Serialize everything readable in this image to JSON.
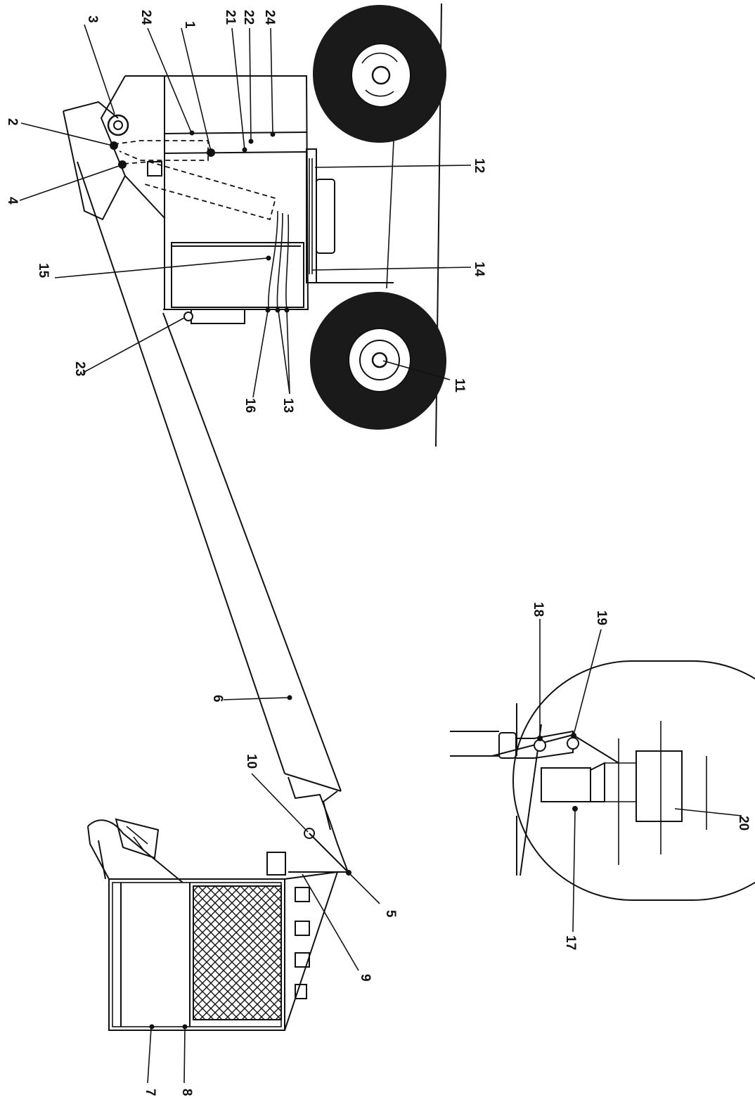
{
  "figure": {
    "orientation": "rotated-90-ccw",
    "ink_color": "#111111",
    "background": "#ffffff"
  },
  "callouts": [
    {
      "id": "c1",
      "text": "1"
    },
    {
      "id": "c2",
      "text": "2"
    },
    {
      "id": "c3",
      "text": "3"
    },
    {
      "id": "c4",
      "text": "4"
    },
    {
      "id": "c5",
      "text": "5"
    },
    {
      "id": "c6",
      "text": "6"
    },
    {
      "id": "c7",
      "text": "7"
    },
    {
      "id": "c8",
      "text": "8"
    },
    {
      "id": "c9",
      "text": "9"
    },
    {
      "id": "c10",
      "text": "10"
    },
    {
      "id": "c11",
      "text": "11"
    },
    {
      "id": "c12",
      "text": "12"
    },
    {
      "id": "c13",
      "text": "13"
    },
    {
      "id": "c14",
      "text": "14"
    },
    {
      "id": "c15",
      "text": "15"
    },
    {
      "id": "c16",
      "text": "16"
    },
    {
      "id": "c17",
      "text": "17"
    },
    {
      "id": "c18",
      "text": "18"
    },
    {
      "id": "c19",
      "text": "19"
    },
    {
      "id": "c20",
      "text": "20"
    },
    {
      "id": "c21",
      "text": "21"
    },
    {
      "id": "c22",
      "text": "22"
    },
    {
      "id": "c23",
      "text": "23"
    },
    {
      "id": "c24a",
      "text": "24"
    },
    {
      "id": "c24b",
      "text": "24"
    }
  ]
}
